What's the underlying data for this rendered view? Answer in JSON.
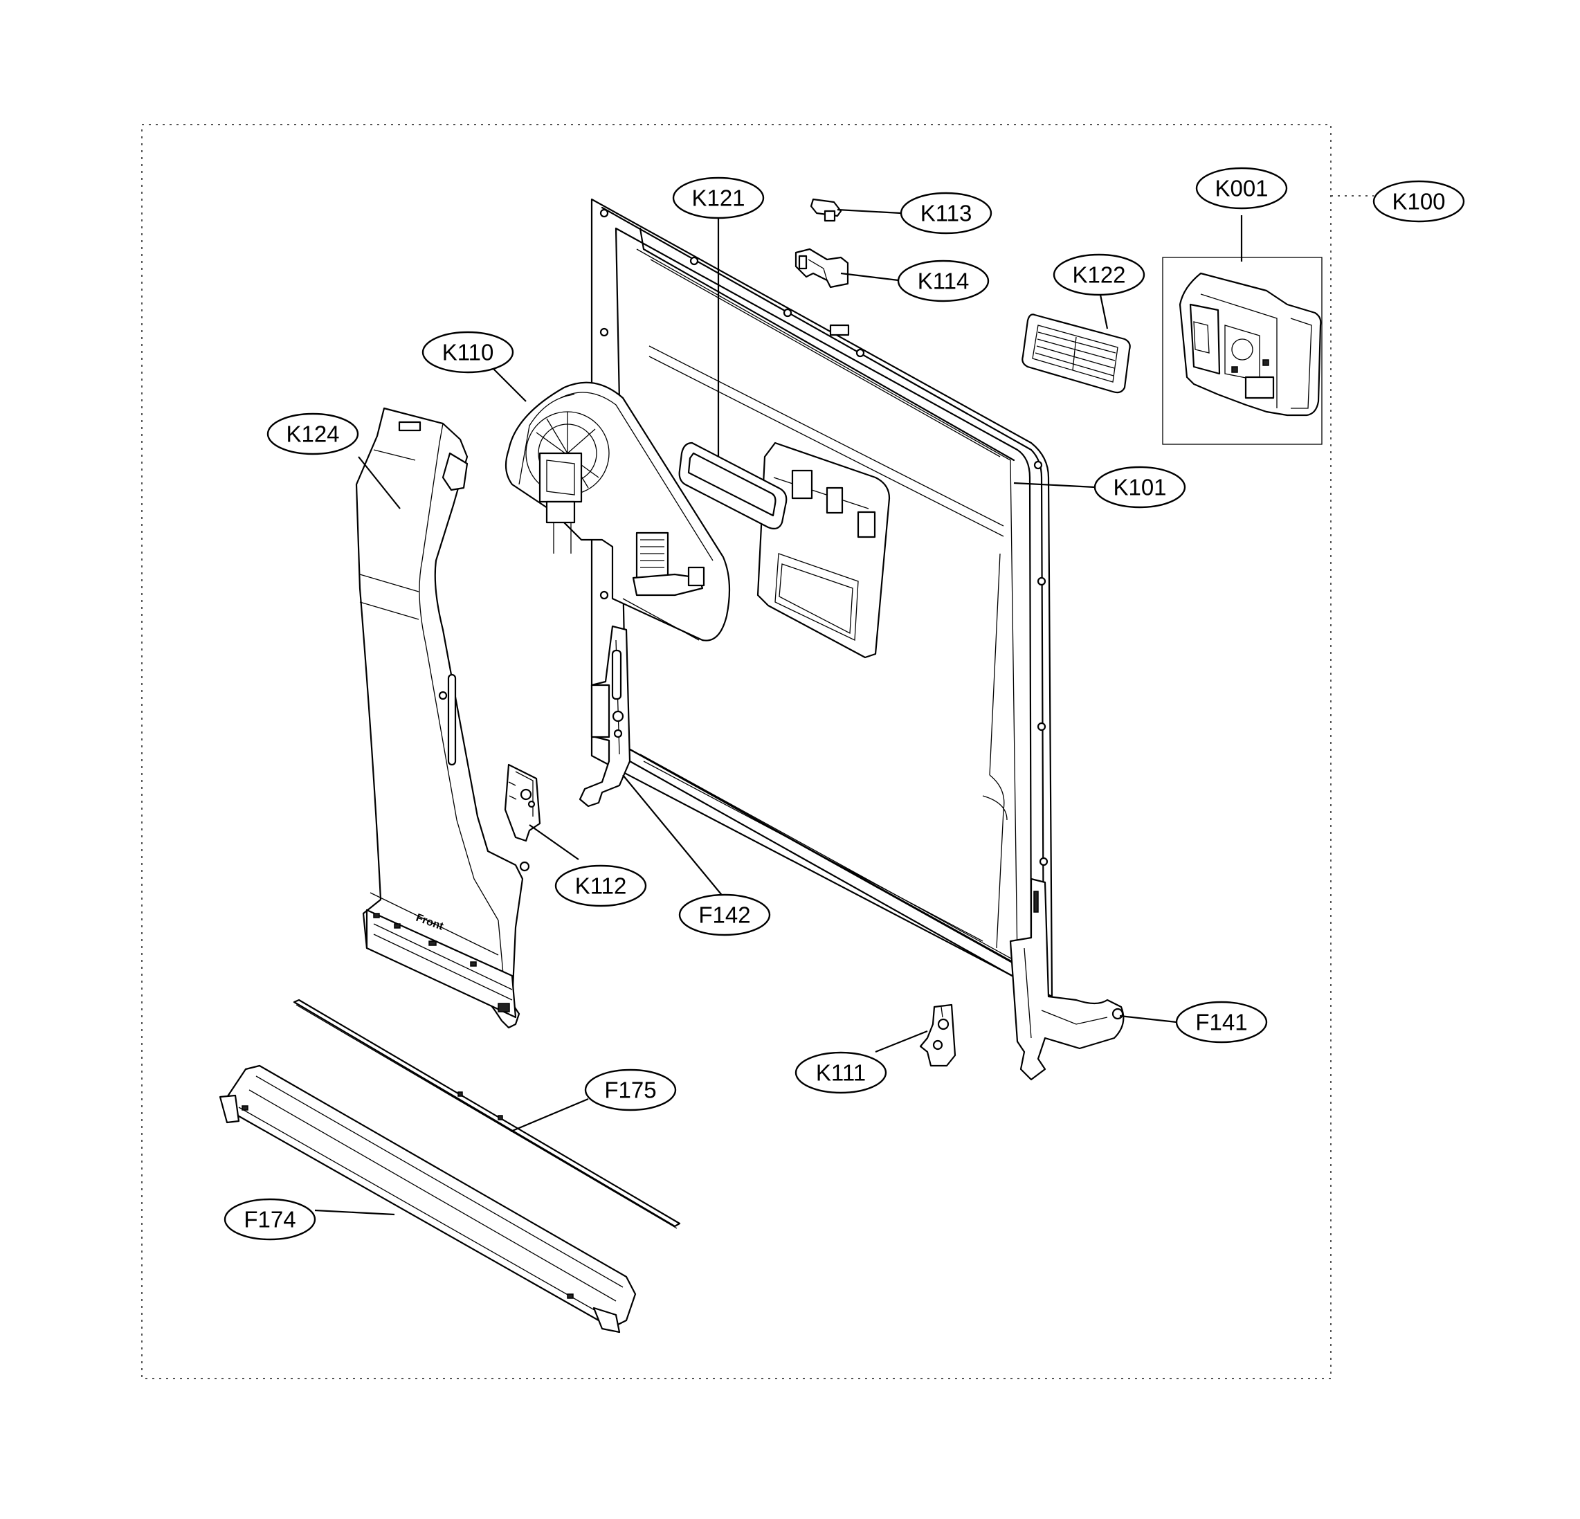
{
  "labels": {
    "K001": "K001",
    "K100": "K100",
    "K101": "K101",
    "K110": "K110",
    "K111": "K111",
    "K112": "K112",
    "K113": "K113",
    "K114": "K114",
    "K121": "K121",
    "K122": "K122",
    "K124": "K124",
    "F141": "F141",
    "F142": "F142",
    "F174": "F174",
    "F175": "F175"
  },
  "part_marking": "Front"
}
